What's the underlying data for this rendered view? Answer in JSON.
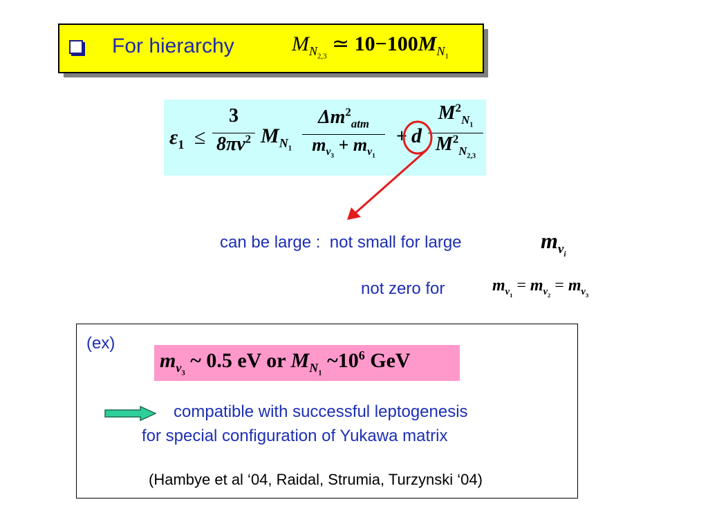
{
  "title": {
    "text": "For hierarchy",
    "math": {
      "M": "M",
      "sub": "N",
      "subsub": "2,3",
      "relation": "≃",
      "range": "10−100",
      "M2": "M",
      "sub2": "N",
      "subsub2": "1"
    }
  },
  "formula": {
    "epsilon": "ε",
    "eps_sub": "1",
    "leq": "≤",
    "frac1_num": "3",
    "frac1_den_a": "8πv",
    "frac1_den_sup": "2",
    "M": "M",
    "M_sub": "N",
    "M_subsub": "1",
    "frac2_num": "Δm",
    "frac2_num_sup": "2",
    "frac2_num_sub": "atm",
    "frac2_den_m1": "m",
    "frac2_den_m1_sub": "ν",
    "frac2_den_m1_subsub": "3",
    "frac2_den_plus": "+",
    "frac2_den_m2": "m",
    "frac2_den_m2_sub": "ν",
    "frac2_den_m2_subsub": "1",
    "plus": "+",
    "d": "d",
    "frac3_num": "M",
    "frac3_num_sup": "2",
    "frac3_num_sub": "N",
    "frac3_num_subsub": "1",
    "frac3_den": "M",
    "frac3_den_sup": "2",
    "frac3_den_sub": "N",
    "frac3_den_subsub": "2,3"
  },
  "labels": {
    "large_prefix": "can be large :",
    "large_rest": "not small for large",
    "large_math_m": "m",
    "large_math_sub": "ν",
    "large_math_subsub": "i",
    "zero": "not zero for",
    "zero_math": "m_ν1 = m_ν2 = m_ν3"
  },
  "example": {
    "label": "(ex)",
    "formula_m": "m",
    "formula_m_sub": "ν",
    "formula_m_subsub": "3",
    "formula_mid": " ~ 0.5 eV or ",
    "formula_M": "M",
    "formula_M_sub": "N",
    "formula_M_subsub": "1",
    "formula_tilde": " ~10",
    "formula_exp": "6",
    "formula_unit": " GeV",
    "compat_line1": "compatible with successful leptogenesis",
    "compat_line2": "for special configuration of  Yukawa matrix",
    "reference": "(Hambye et al ‘04, Raidal, Strumia, Turzynski ‘04)"
  },
  "colors": {
    "title_bg": "#ffff00",
    "formula_bg": "#ccfefe",
    "example_formula_bg": "#ff99cc",
    "text_blue": "#1d2fb4",
    "arrow_red": "#e31b1b",
    "arrow_green": "#2ecf9a"
  }
}
